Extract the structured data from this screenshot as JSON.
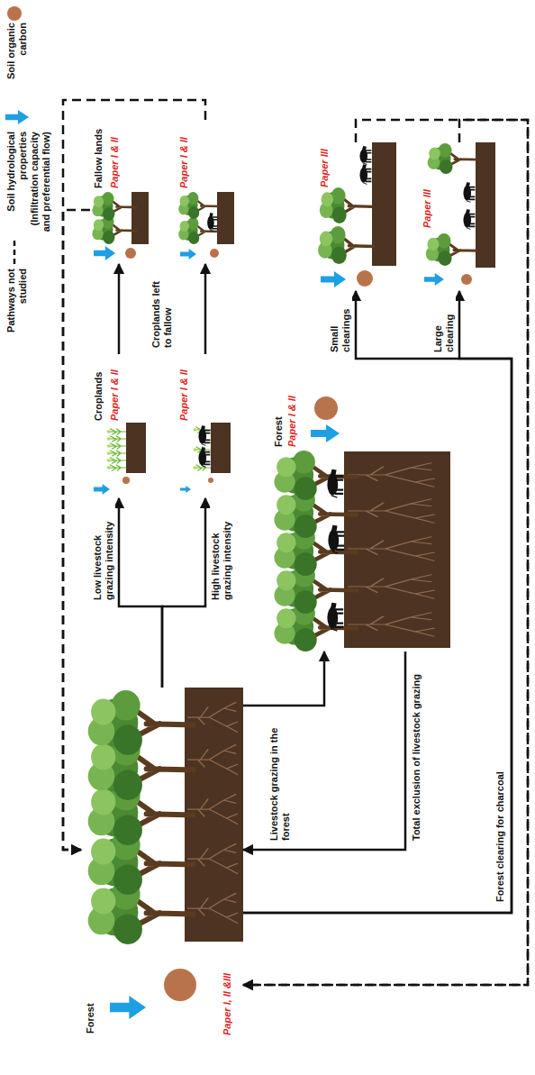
{
  "diagram": {
    "nodes": [
      {
        "text": [
          "Forest",
          "Paper I, II &III"
        ]
      },
      {
        "text": [
          "Croplands",
          "Paper I & II"
        ]
      },
      {
        "text": [
          "Paper I & II"
        ]
      },
      {
        "text": [
          "Fallow lands",
          "Paper I & II"
        ]
      },
      {
        "text": [
          "Paper I & II"
        ]
      },
      {
        "text": [
          "Forest",
          "Paper I & II"
        ]
      },
      {
        "text": [
          "Paper III"
        ]
      },
      {
        "text": [
          "Paper III"
        ]
      }
    ],
    "edges": [
      {
        "from": 0,
        "to": 1,
        "label": "Low livestock grazing intensity",
        "arrow": "to"
      },
      {
        "from": 0,
        "to": 2,
        "label": "High livestock grazing intensity",
        "arrow": "to"
      },
      {
        "from": 1,
        "to": 3,
        "label": "Croplands left to fallow",
        "arrow": "to"
      },
      {
        "from": 2,
        "to": 4,
        "arrow": "to"
      },
      {
        "from": 0,
        "to": 5,
        "label": "Livestock grazing in the forest",
        "arrow": "to"
      },
      {
        "from": 5,
        "to": 0,
        "label": "Total exclusion of livestock grazing",
        "arrow": "to"
      },
      {
        "from": 0,
        "to": 6,
        "label": "Small clearings",
        "arrow": "to"
      },
      {
        "from": 0,
        "to": 7,
        "label": "Large clearing",
        "arrow": "to"
      },
      {
        "from": 3,
        "to": 0,
        "arrow": "to"
      },
      {
        "from": 4,
        "to": 0,
        "arrow": "to"
      },
      {
        "from": 6,
        "to": 0,
        "arrow": "to"
      },
      {
        "from": 7,
        "to": 0,
        "arrow": "to"
      }
    ],
    "labels": [
      "Forest clearing for charcoal"
    ],
    "legend": [
      {
        "text": "Soil organic carbon"
      },
      {
        "text": "Soil hydrological properties (Infiltration capacity and preferential flow)"
      },
      {
        "text": "Pathways not studied"
      }
    ]
  }
}
